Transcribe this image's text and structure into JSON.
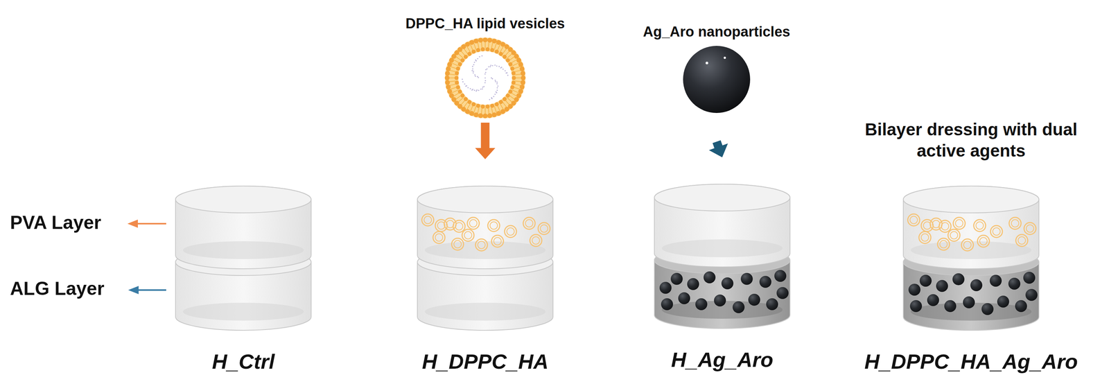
{
  "diagram": {
    "nodes": [
      {
        "text": [
          "DPPC_HA lipid vesicles"
        ]
      },
      {
        "text": [
          "Ag_Aro nanoparticles"
        ]
      },
      {
        "text": [
          "H_Ctrl"
        ]
      },
      {
        "text": [
          "H_DPPC_HA"
        ]
      },
      {
        "text": [
          "H_Ag_Aro"
        ]
      },
      {
        "text": [
          "Bilayer dressing with dual active agents",
          "H_DPPC_HA_Ag_Aro"
        ]
      }
    ],
    "edges": [
      {
        "from": 0,
        "to": 3,
        "arrow": "to"
      },
      {
        "from": 1,
        "to": 4,
        "arrow": "to"
      }
    ],
    "labels": [
      "PVA Layer",
      "ALG Layer"
    ]
  }
}
